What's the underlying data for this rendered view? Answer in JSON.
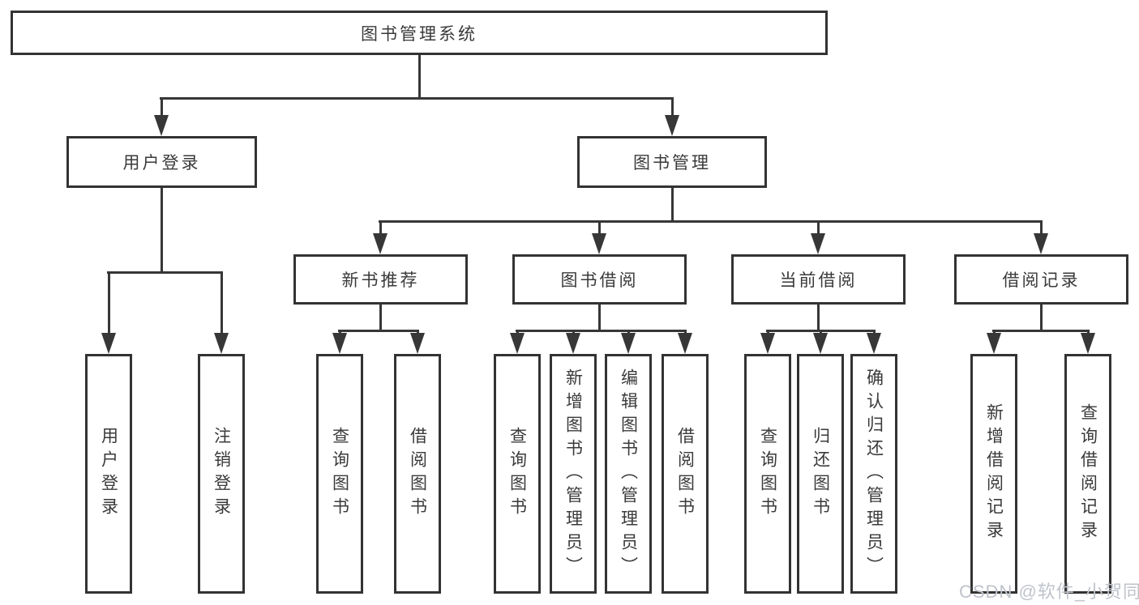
{
  "colors": {
    "line": "#373737",
    "box_border": "#333333",
    "text": "#3a3a3a",
    "background": "#ffffff",
    "watermark": "#bfc3cb"
  },
  "watermark": {
    "text": "CSDN @软件_小贺同学"
  },
  "tree": {
    "root": "图书管理系统",
    "branches": [
      {
        "label": "用户登录",
        "children": [
          "用户登录",
          "注销登录"
        ]
      },
      {
        "label": "图书管理",
        "groups": [
          {
            "label": "新书推荐",
            "children": [
              "查询图书",
              "借阅图书"
            ]
          },
          {
            "label": "图书借阅",
            "children": [
              "查询图书",
              "新增图书（管理员）",
              "编辑图书（管理员）",
              "借阅图书"
            ]
          },
          {
            "label": "当前借阅",
            "children": [
              "查询图书",
              "归还图书",
              "确认归还（管理员）"
            ]
          },
          {
            "label": "借阅记录",
            "children": [
              "新增借阅记录",
              "查询借阅记录"
            ]
          }
        ]
      }
    ]
  }
}
